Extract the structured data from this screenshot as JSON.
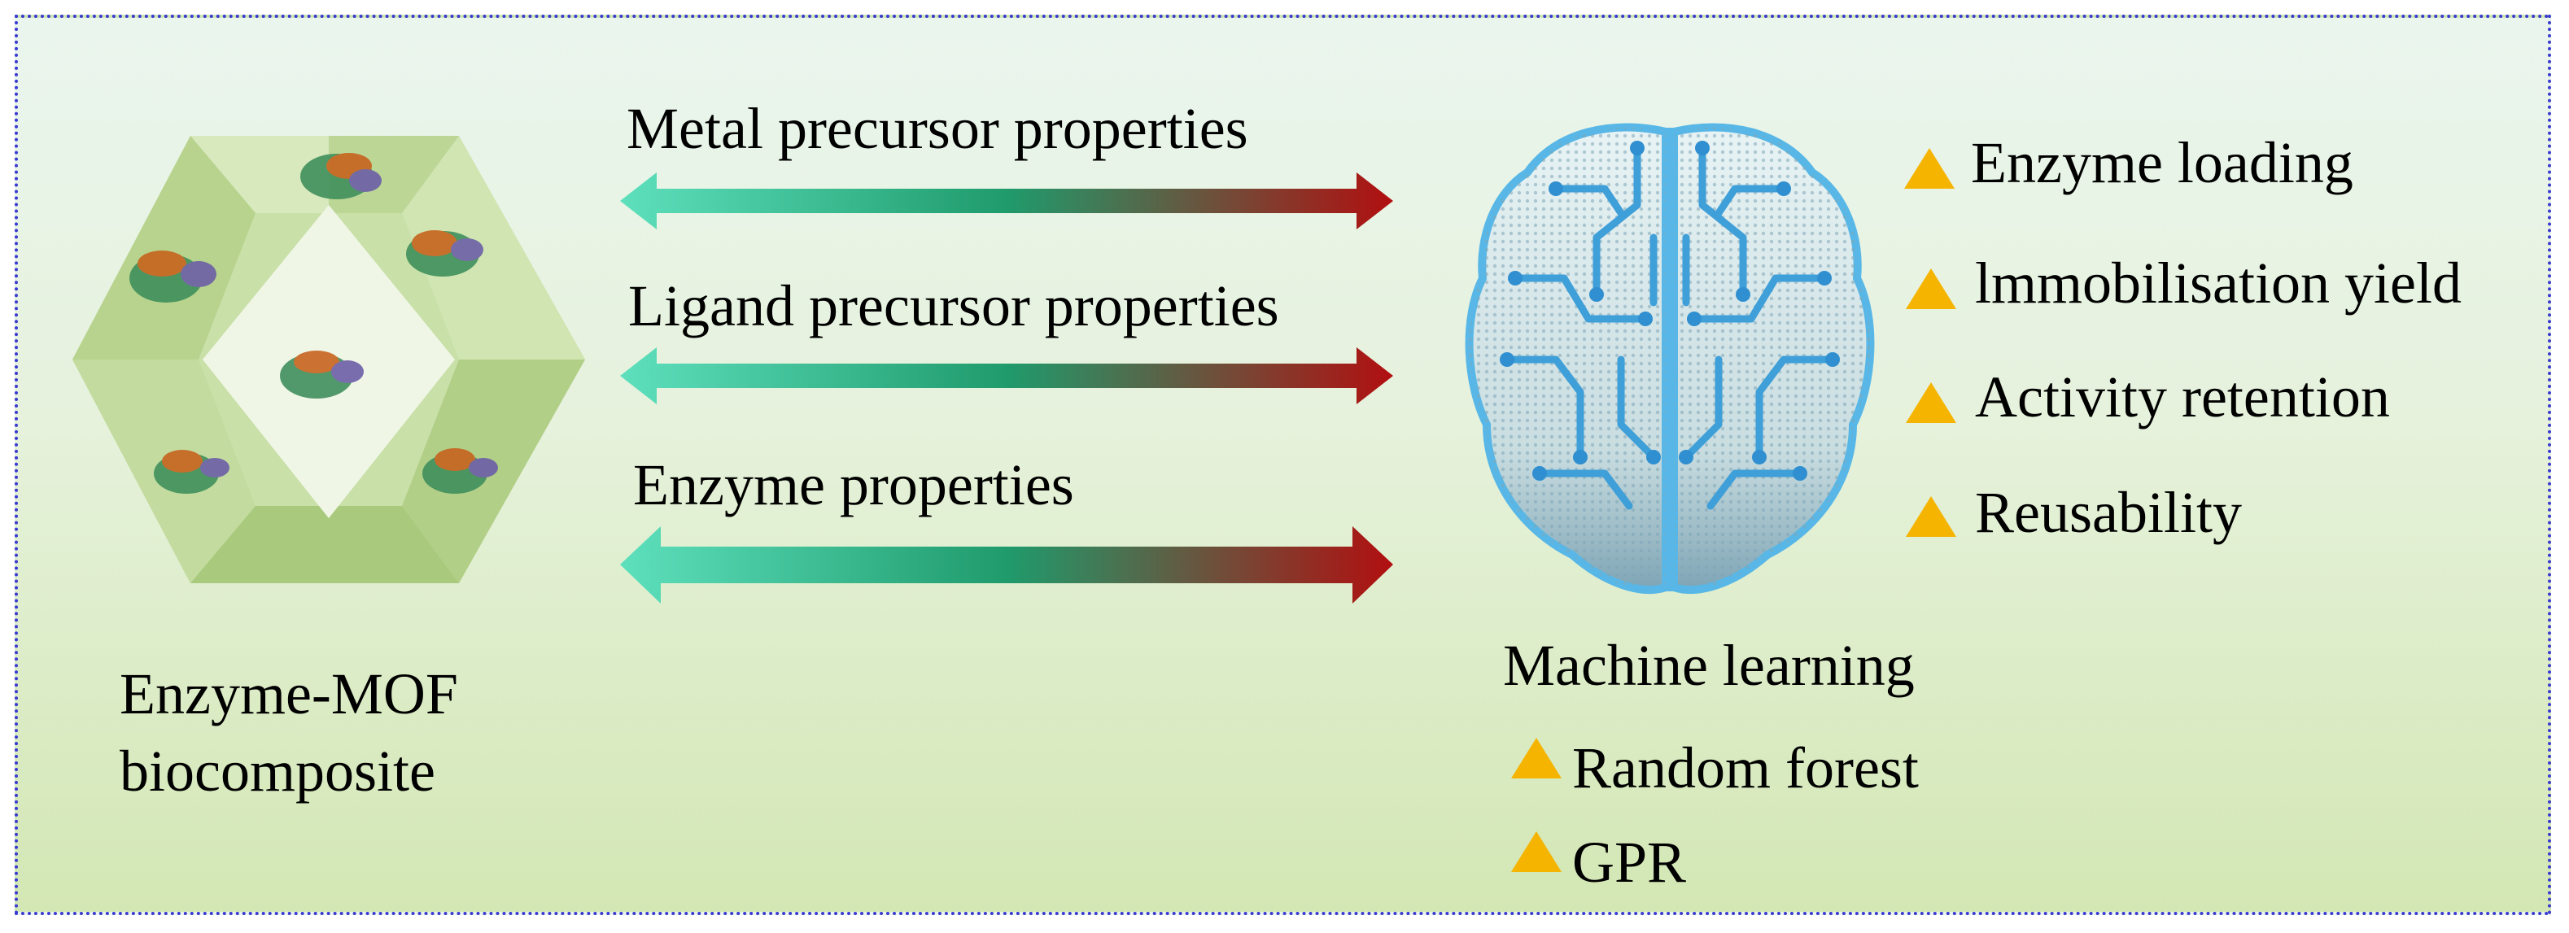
{
  "left": {
    "title_line1": "Enzyme-MOF",
    "title_line2": "biocomposite"
  },
  "arrows": [
    {
      "label": "Metal precursor properties"
    },
    {
      "label": "Ligand precursor properties"
    },
    {
      "label": "Enzyme properties"
    }
  ],
  "outputs": [
    {
      "label": "Enzyme loading"
    },
    {
      "label": "lmmobilisation yield"
    },
    {
      "label": "Activity retention"
    },
    {
      "label": "Reusability"
    }
  ],
  "ml": {
    "title": "Machine learning",
    "methods": [
      {
        "label": "Random forest"
      },
      {
        "label": "GPR"
      }
    ]
  },
  "colors": {
    "arrow_start": "#5ee0bd",
    "arrow_mid": "#1f9b6c",
    "arrow_end": "#b10f10",
    "bullet": "#f5b400",
    "brain": "#58b7e6",
    "border": "#3a3ad0"
  },
  "icons": [
    "mof-crystal-icon",
    "brain-circuit-icon",
    "triangle-bullet-icon",
    "double-arrow-icon"
  ]
}
